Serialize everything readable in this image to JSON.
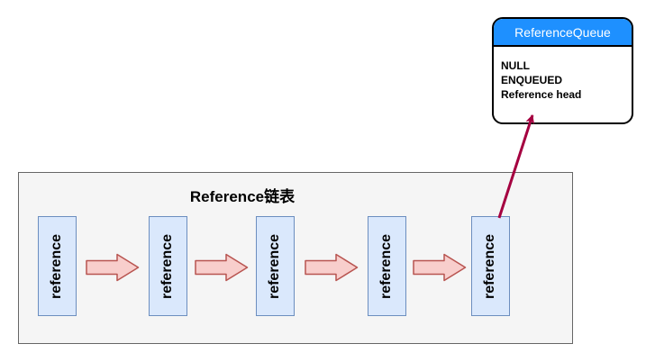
{
  "diagram": {
    "queue": {
      "title": "ReferenceQueue",
      "lines": [
        "NULL",
        "ENQUEUED",
        "Reference head"
      ]
    },
    "linked_list": {
      "title": "Reference链表",
      "nodes": [
        {
          "label": "reference"
        },
        {
          "label": "reference"
        },
        {
          "label": "reference"
        },
        {
          "label": "reference"
        },
        {
          "label": "reference"
        }
      ]
    }
  },
  "theme": {
    "node_fill": "#dae8fc",
    "node_stroke": "#6c8ebf",
    "arrow_fill": "#f8cecc",
    "arrow_stroke": "#b85450",
    "queue_header_fill": "#1e90ff",
    "queue_header_text": "#ffffff",
    "connector_color": "#a50040",
    "container_fill": "#f5f5f5",
    "container_stroke": "#666666"
  }
}
